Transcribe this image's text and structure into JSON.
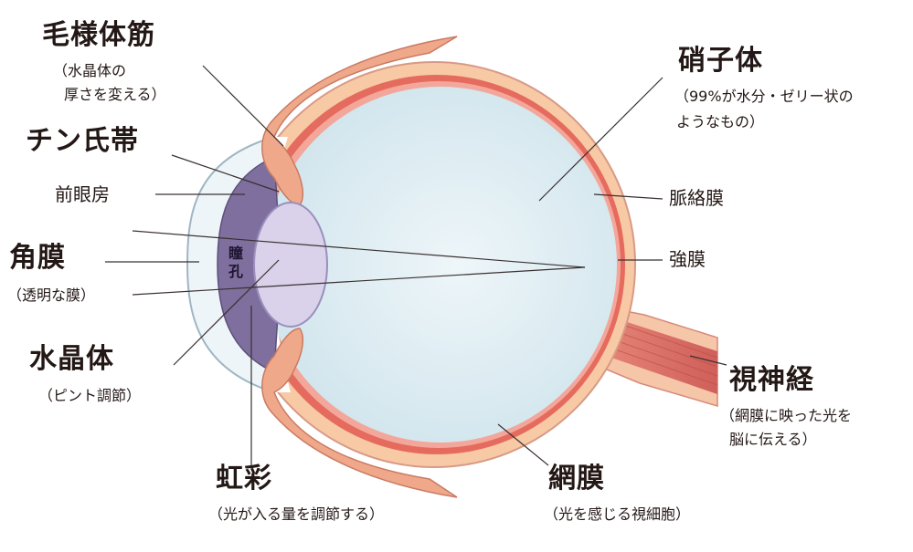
{
  "labels": {
    "ciliary_muscle": {
      "name": "毛様体筋",
      "note": [
        "（水晶体の",
        "厚さを変える）"
      ]
    },
    "zonule": {
      "name": "チン氏帯"
    },
    "anterior_chamber": {
      "name": "前眼房"
    },
    "cornea": {
      "name": "角膜",
      "note": [
        "（透明な膜）"
      ]
    },
    "lens": {
      "name": "水晶体",
      "note": [
        "（ピント調節）"
      ]
    },
    "iris": {
      "name": "虹彩",
      "note": [
        "（光が入る量を調節する）"
      ]
    },
    "vitreous": {
      "name": "硝子体",
      "note": [
        "（99%が水分・ゼリー状の",
        "ようなもの）"
      ]
    },
    "choroid": {
      "name": "脈絡膜"
    },
    "sclera": {
      "name": "強膜"
    },
    "optic_nerve": {
      "name": "視神経",
      "note": [
        "（網膜に映った光を",
        "脳に伝える）"
      ]
    },
    "retina": {
      "name": "網膜",
      "note": [
        "（光を感じる視細胞）"
      ]
    },
    "pupil": {
      "line1": "瞳",
      "line2": "孔"
    }
  },
  "colors": {
    "sclera": "#f7c9a5",
    "choroid_retina": "#e56b5e",
    "vitreous": "#d8ebf1",
    "cornea": "#eef5f8",
    "chamber": "#7f6f9e",
    "lens": "#d9d2ea",
    "ciliary": "#f0a88a",
    "optic_nerve": "#d66a63",
    "lines": "#3a3030"
  }
}
